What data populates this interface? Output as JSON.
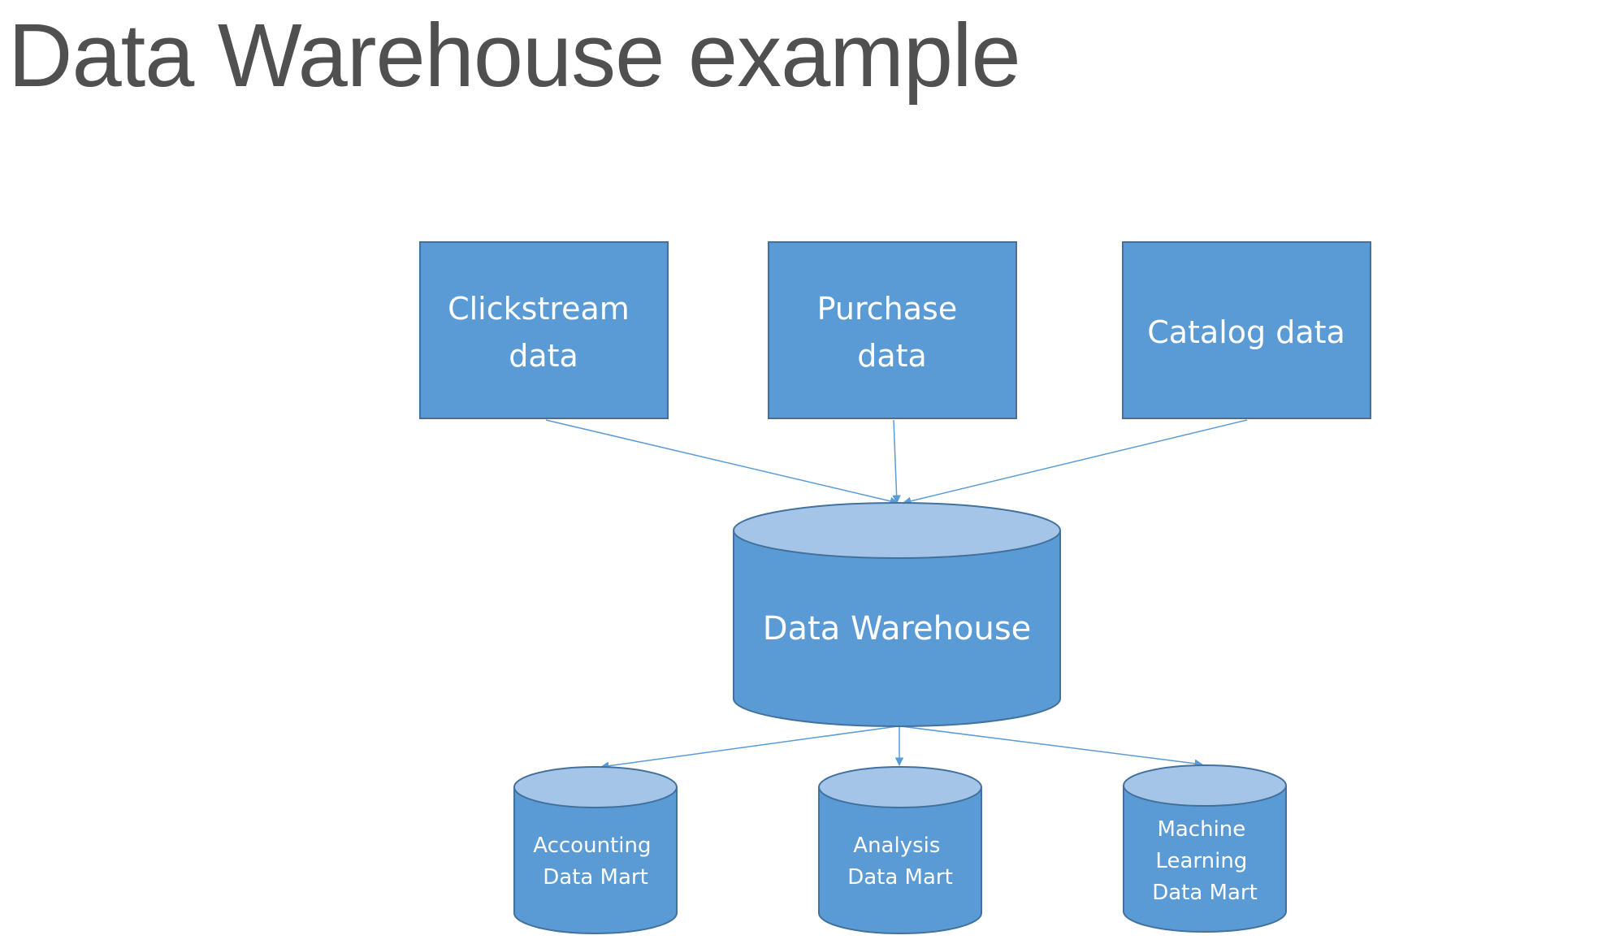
{
  "slide": {
    "title": "Data Warehouse example"
  },
  "colors": {
    "box_fill": "#5b9bd5",
    "box_stroke": "#41719c",
    "cylinder_top_fill": "#a4c5e8",
    "connector": "#5b9bd5",
    "title_text": "#505050"
  },
  "diagram": {
    "sources": [
      {
        "lines": [
          "Clickstream",
          "data"
        ]
      },
      {
        "lines": [
          "Purchase",
          "data"
        ]
      },
      {
        "lines": [
          "Catalog data"
        ]
      }
    ],
    "warehouse": {
      "lines": [
        "Data Warehouse"
      ]
    },
    "marts": [
      {
        "lines": [
          "Accounting",
          "Data Mart"
        ]
      },
      {
        "lines": [
          "Analysis",
          "Data Mart"
        ]
      },
      {
        "lines": [
          "Machine",
          "Learning",
          "Data Mart"
        ]
      }
    ]
  }
}
